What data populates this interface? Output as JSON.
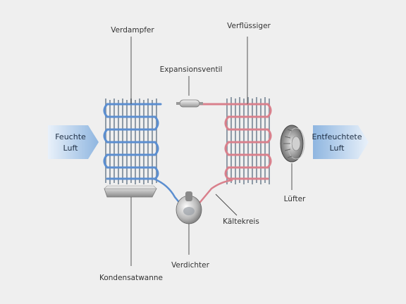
{
  "labels": {
    "evaporator": "Verdampfer",
    "condenser": "Verflüssiger",
    "expansion_valve": "Expansionsventil",
    "fan": "Lüfter",
    "refrigerant_circuit": "Kältekreis",
    "compressor": "Verdichter",
    "condensate_tray": "Kondensatwanne"
  },
  "inflow": {
    "line1": "Feuchte",
    "line2": "Luft"
  },
  "outflow": {
    "line1": "Entfeuchtete",
    "line2": "Luft"
  },
  "colors": {
    "background": "#efefef",
    "arrow_blue": "#a7c6e6",
    "cold_tube": "#5b8ed0",
    "warm_tube": "#d9808c",
    "fin": "#8e9aa6"
  }
}
